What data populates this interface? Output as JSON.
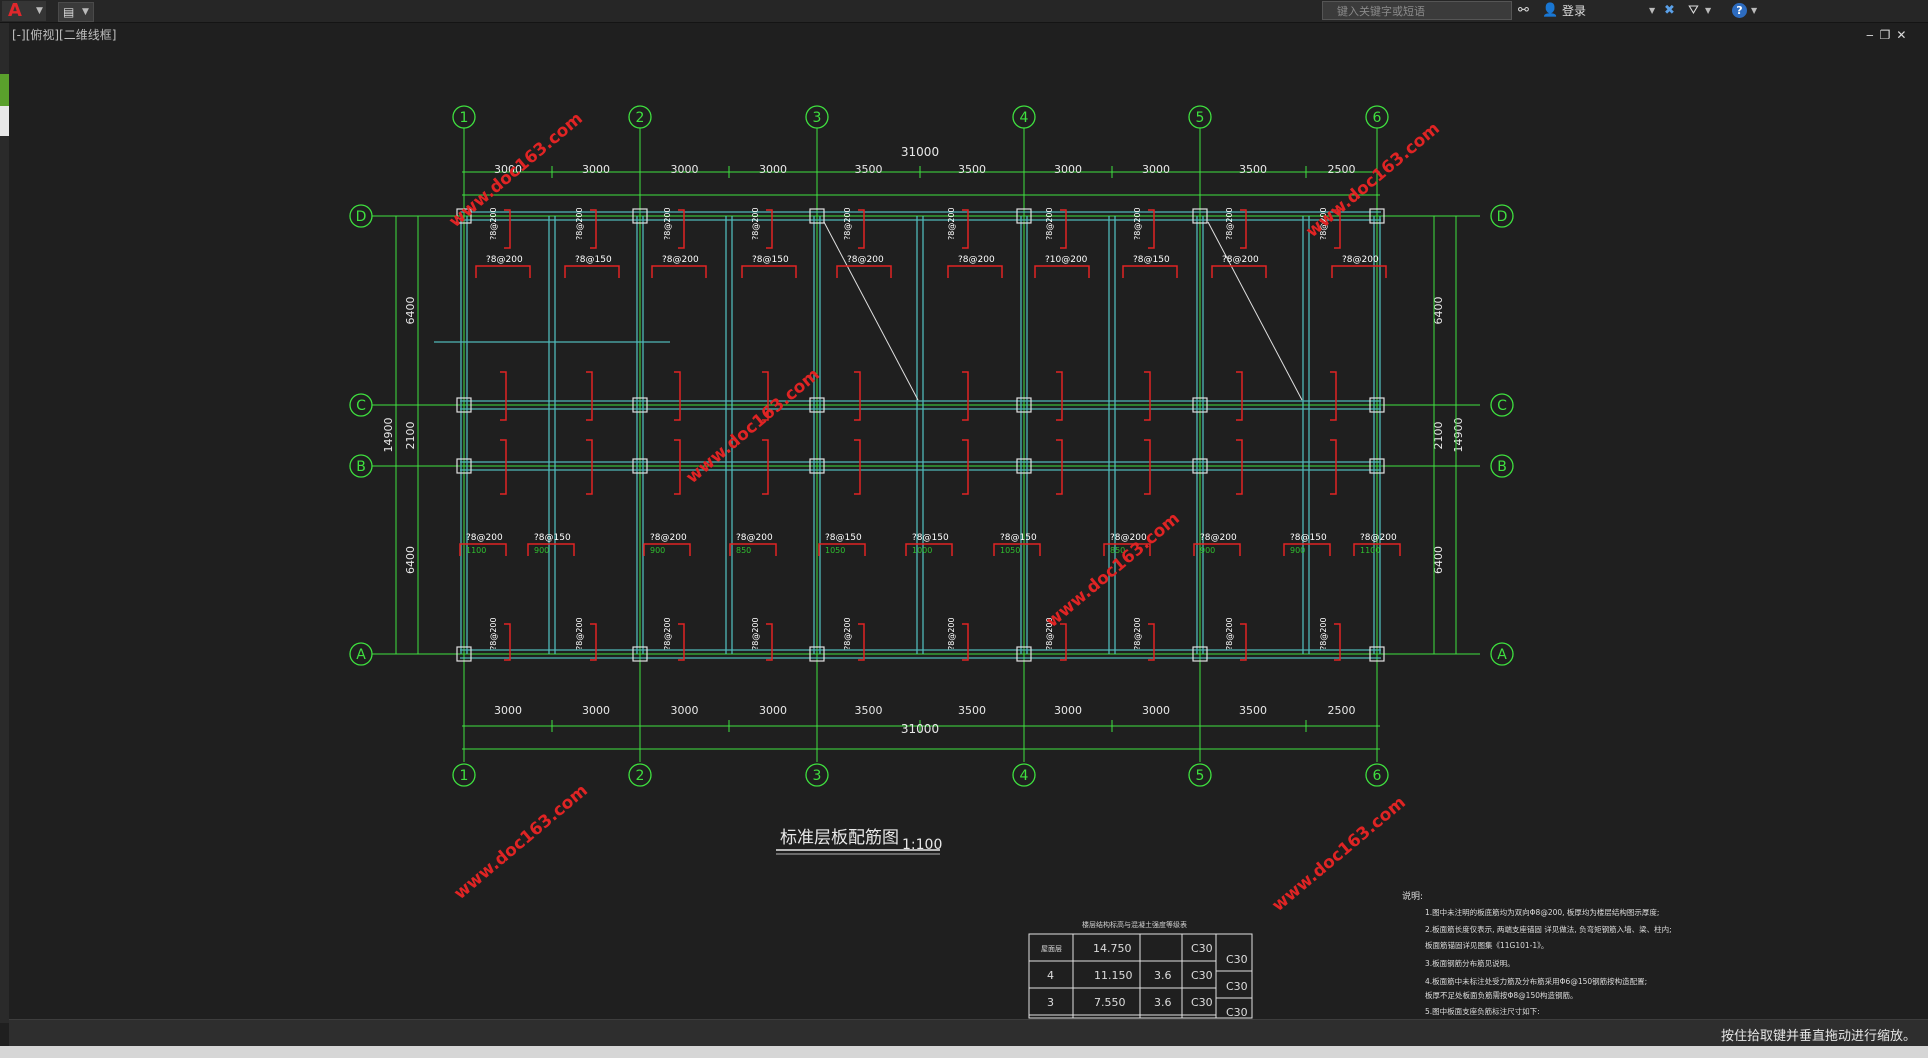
{
  "toolbar": {
    "search_placeholder": "键入关键字或短语",
    "login_label": "登录",
    "help_icon": "?"
  },
  "viewport": {
    "label": "[-][俯视][二维线框]"
  },
  "drawing": {
    "title": "标准层板配筋图",
    "scale": "1:100",
    "watermark": "www.doc163.com",
    "axes_numbers": [
      "1",
      "2",
      "3",
      "4",
      "5",
      "6"
    ],
    "axes_letters": [
      "D",
      "C",
      "B",
      "A"
    ],
    "top_spans": [
      "3000",
      "3000",
      "3000",
      "3000",
      "3500",
      "3500",
      "3000",
      "3000",
      "3500",
      "2500"
    ],
    "bottom_spans": [
      "3000",
      "3000",
      "3000",
      "3000",
      "3500",
      "3500",
      "3000",
      "3000",
      "3500",
      "2500"
    ],
    "overall_length": "31000",
    "left_dims": [
      "6400",
      "2100",
      "6400"
    ],
    "overall_width": "14900",
    "rebar_top_row": [
      "?8@200",
      "?8@150",
      "?8@200",
      "?8@150",
      "?8@200",
      "?8@200",
      "?10@200",
      "?8@150",
      "?8@200",
      "?8@200"
    ],
    "rebar_bottom_row": [
      "?8@200",
      "?8@150",
      "?8@200",
      "?8@200",
      "?8@150",
      "?8@150",
      "?8@150",
      "?8@200",
      "?8@200",
      "?8@150",
      "?8@200"
    ],
    "rebar_bottom_lengths": [
      "1100",
      "900",
      "900",
      "850",
      "1050",
      "1000",
      "1050",
      "850",
      "900",
      "900",
      "1100"
    ],
    "rebar_edge_labels": [
      "?8@200",
      "?8@200",
      "?8@200",
      "?8@200",
      "?8@200",
      "?8@200",
      "?8@200",
      "?8@200",
      "?8@200",
      "?8@200"
    ]
  },
  "table": {
    "caption": "楼层结构标高与混凝土强度等级表",
    "header_row": [
      "屋面层",
      "14.750",
      "",
      "C30"
    ],
    "rows": [
      [
        "4",
        "11.150",
        "3.6",
        "C30"
      ],
      [
        "3",
        "7.550",
        "3.6",
        "C30"
      ]
    ],
    "side_col": [
      "C30",
      "C30",
      "C30"
    ]
  },
  "notes": {
    "heading": "说明:",
    "lines": [
      "1.图中未注明的板底筋均为双向Φ8@200, 板厚均为楼层结构图示厚度;",
      "2.板面筋长度仅表示, 两端支座锚固 详见做法, 负弯矩钢筋入墙、梁、柱内;",
      "   板面筋锚固详见图集《11G101-1》。",
      "3.板面钢筋分布筋见说明。",
      "4.板面筋中未标注处受力筋及分布筋采用Φ6@150钢筋按构造配置;",
      "   板厚不足处板面负筋需按Φ8@150构造钢筋。",
      "5.图中板面支座负筋标注尺寸如下:"
    ]
  },
  "status": {
    "message": "按住拾取键并垂直拖动进行缩放。"
  },
  "colors": {
    "background": "#1f1f1f",
    "axis_green": "#3fe03f",
    "beam_cyan": "#4fb8b8",
    "rebar_red": "#e02424",
    "label_green": "#2fbf2f",
    "dim_white": "#e8e8e8"
  }
}
